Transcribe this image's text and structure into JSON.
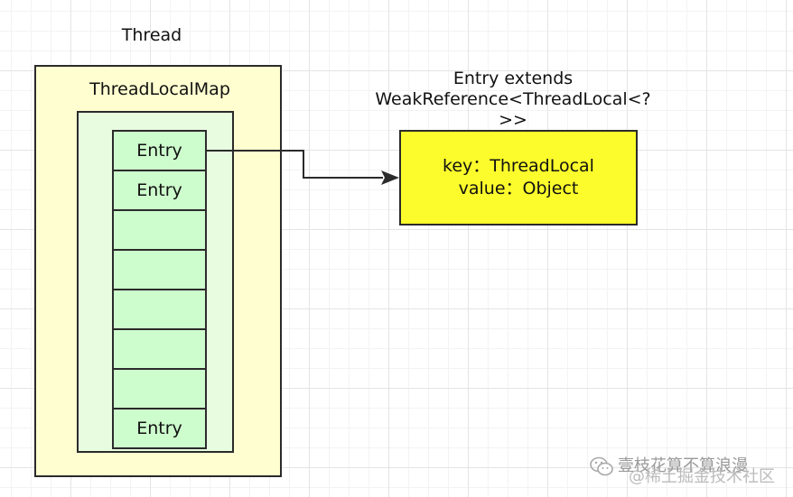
{
  "thread": {
    "title": "Thread"
  },
  "thread_local_map": {
    "title": "ThreadLocalMap",
    "slots": [
      "Entry",
      "Entry",
      "",
      "",
      "",
      "",
      "",
      "Entry"
    ]
  },
  "entry": {
    "note_line1": "Entry extends",
    "note_line2": "WeakReference<ThreadLocal<?>>",
    "key_line": "key：ThreadLocal",
    "value_line": "value：Object"
  },
  "watermark": {
    "account": "壹枝花算不算浪漫",
    "site": "@稀土掘金技术社区"
  },
  "colors": {
    "thread_fill": "#fefed0",
    "map_fill": "#e8fde0",
    "slot_fill": "#cdfccd",
    "entry_fill": "#fcfc2c",
    "stroke": "#2b2b2b"
  }
}
